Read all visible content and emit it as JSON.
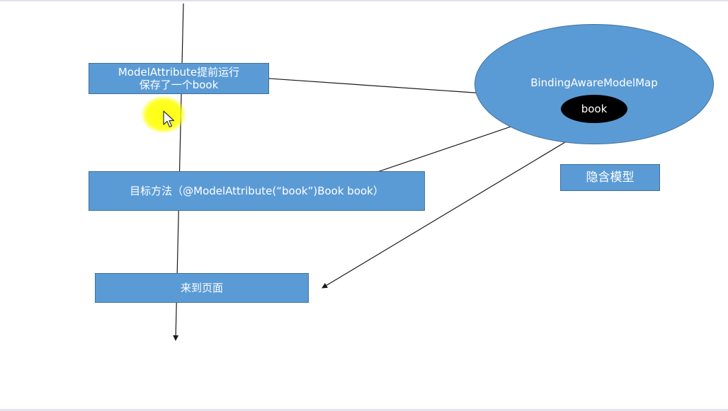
{
  "nodes": {
    "model_attribute": {
      "line1": "ModelAttribute提前运行",
      "line2": "保存了一个book"
    },
    "target_method": {
      "label": "目标方法（@ModelAttribute(“book”)Book book）"
    },
    "to_page": {
      "label": "来到页面"
    },
    "implicit_model": {
      "label": "隐含模型"
    },
    "model_map": {
      "label": "BindingAwareModelMap"
    },
    "book": {
      "label": "book"
    }
  },
  "colors": {
    "box_fill": "#5b9bd5",
    "box_border": "#41719c",
    "text": "#ffffff",
    "inner_fill": "#000000",
    "line": "#1a1a1a",
    "highlight": "#ffff00"
  }
}
